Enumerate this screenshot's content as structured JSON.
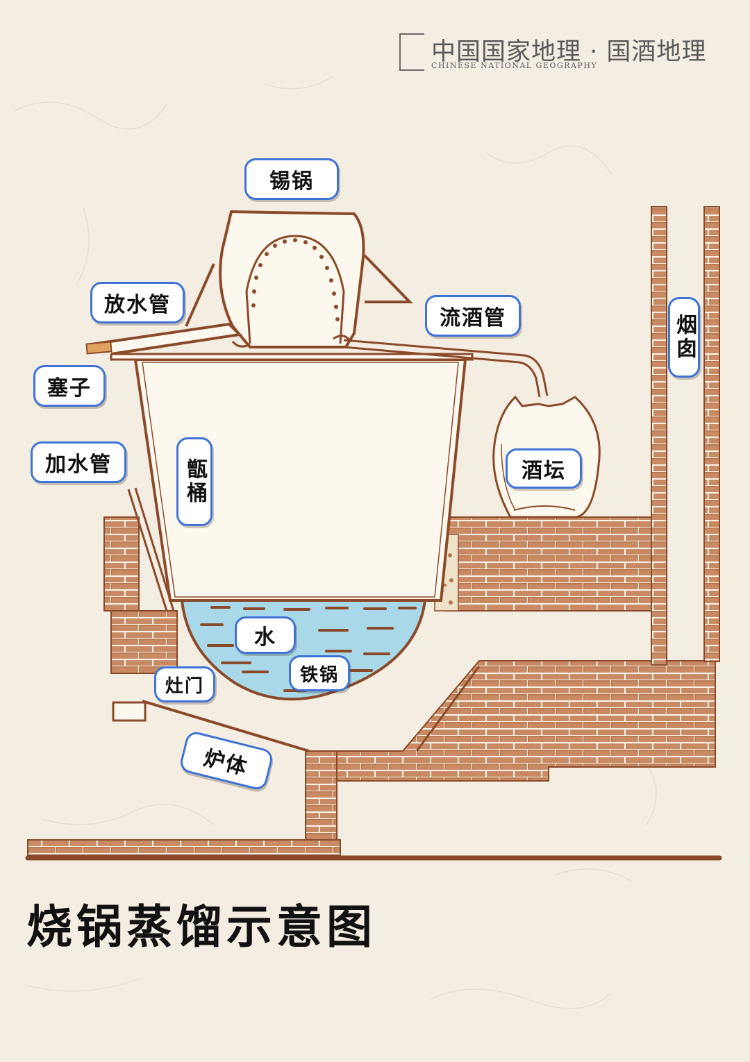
{
  "logo": {
    "cn": "中国国家地理 · 国酒地理",
    "en": "CHINESE NATIONAL GEOGRAPHY"
  },
  "title": "烧锅蒸馏示意图",
  "labels": {
    "tin_pot": "锡锅",
    "drain_pipe": "放水管",
    "liquor_pipe": "流酒管",
    "chimney": "烟囱",
    "plug": "塞子",
    "water_inlet_pipe": "加水管",
    "steamer": "甑桶",
    "liquor_jar": "酒坛",
    "water": "水",
    "iron_pot": "铁锅",
    "stove_door": "灶门",
    "furnace": "炉体"
  },
  "colors": {
    "background": "#f3ede2",
    "brick": "#b5764e",
    "outline": "#8a4a2a",
    "vessel_fill": "#fdf8ee",
    "water": "#a9d9e8",
    "label_border": "#3f73d6",
    "plug": "#e0a060"
  }
}
